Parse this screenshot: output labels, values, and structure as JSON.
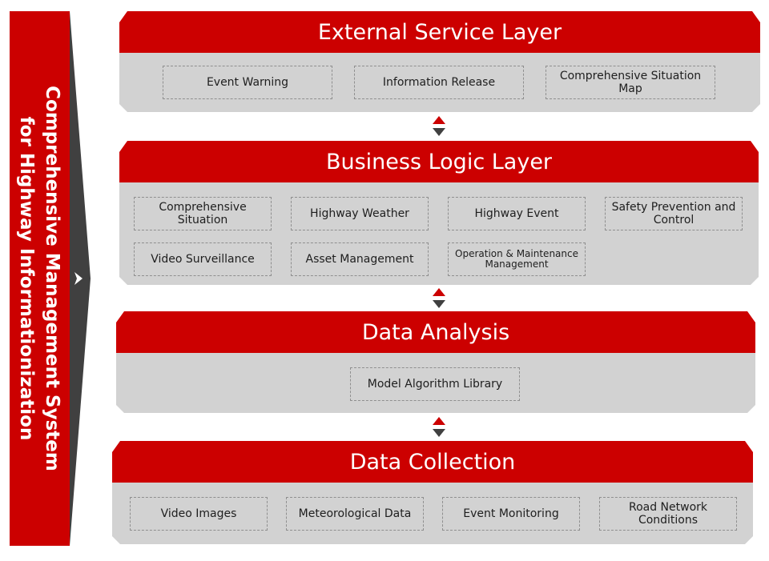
{
  "side_title": {
    "line1": "Comprehensive Management System",
    "line2": "for Highway Informationization"
  },
  "colors": {
    "primary_red": "#cc0000",
    "panel_gray": "#d2d2d2",
    "arrow_dark": "#404040"
  },
  "layers": {
    "external": {
      "title": "External Service Layer",
      "items": [
        "Event Warning",
        "Information Release",
        "Comprehensive Situation Map"
      ]
    },
    "business": {
      "title": "Business Logic Layer",
      "items": [
        "Comprehensive Situation",
        "Highway Weather",
        "Highway Event",
        "Safety Prevention and Control",
        "Video Surveillance",
        "Asset Management",
        "Operation & Maintenance Management"
      ]
    },
    "analysis": {
      "title": "Data Analysis",
      "items": [
        "Model Algorithm Library"
      ]
    },
    "collection": {
      "title": "Data Collection",
      "items": [
        "Video Images",
        "Meteorological Data",
        "Event Monitoring",
        "Road Network Conditions"
      ]
    }
  }
}
